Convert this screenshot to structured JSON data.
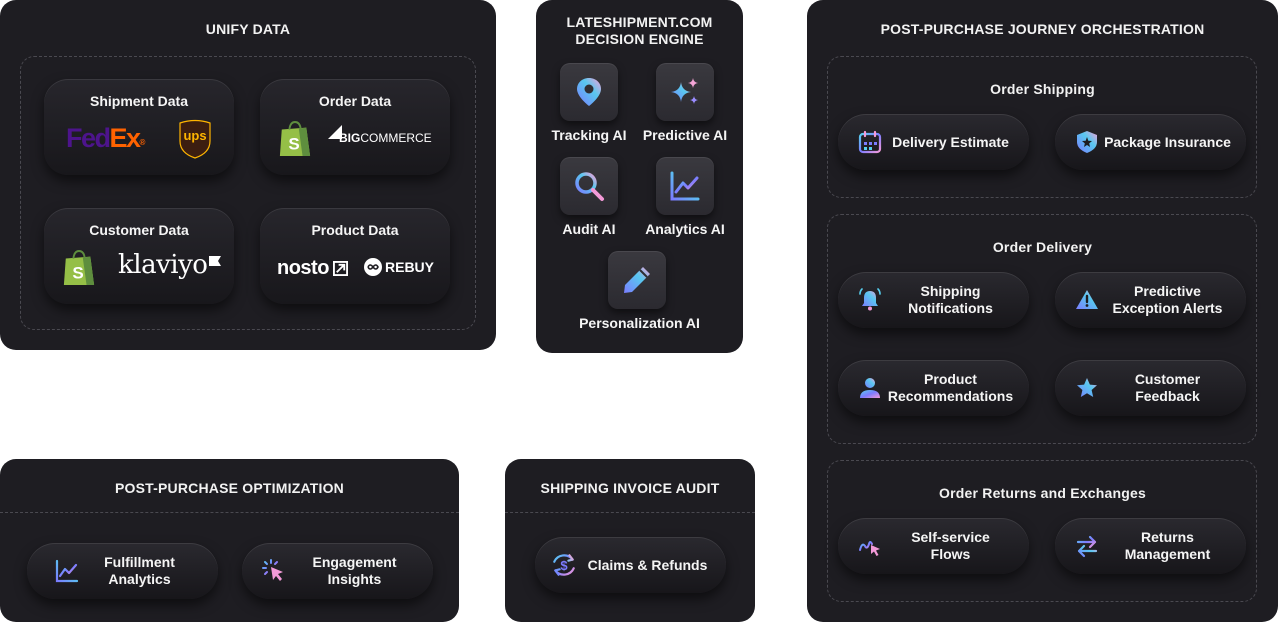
{
  "unify": {
    "title": "UNIFY DATA",
    "cards": [
      {
        "title": "Shipment Data",
        "logos": [
          "FedEx",
          "UPS"
        ]
      },
      {
        "title": "Order Data",
        "logos": [
          "shopify-bag",
          "BIGCOMMERCE"
        ]
      },
      {
        "title": "Customer Data",
        "logos": [
          "shopify-bag",
          "klaviyo"
        ]
      },
      {
        "title": "Product Data",
        "logos": [
          "nosto",
          "REBUY"
        ]
      }
    ],
    "logo_text": {
      "fedex_fed": "Fed",
      "fedex_ex": "Ex",
      "ups": "ups",
      "big": "BIG",
      "commerce": "COMMERCE",
      "klaviyo": "klaviyo",
      "nosto": "nosto",
      "rebuy": "REBUY"
    }
  },
  "engine": {
    "title_line1": "LATESHIPMENT.COM",
    "title_line2": "DECISION ENGINE",
    "tiles": [
      {
        "label": "Tracking AI",
        "icon": "map-pin-icon"
      },
      {
        "label": "Predictive AI",
        "icon": "sparkles-icon"
      },
      {
        "label": "Audit AI",
        "icon": "magnifier-icon"
      },
      {
        "label": "Analytics AI",
        "icon": "line-chart-icon"
      },
      {
        "label": "Personalization AI",
        "icon": "pencil-icon"
      }
    ]
  },
  "journey": {
    "title": "POST-PURCHASE JOURNEY ORCHESTRATION",
    "groups": [
      {
        "title": "Order Shipping",
        "items": [
          {
            "label": "Delivery Estimate",
            "icon": "calendar-icon"
          },
          {
            "label": "Package Insurance",
            "icon": "shield-icon"
          }
        ]
      },
      {
        "title": "Order Delivery",
        "items": [
          {
            "label": "Shipping\nNotifications",
            "icon": "bell-icon"
          },
          {
            "label": "Predictive\nException Alerts",
            "icon": "warning-icon"
          },
          {
            "label": "Product\nRecommendations",
            "icon": "user-icon"
          },
          {
            "label": "Customer\nFeedback",
            "icon": "star-icon"
          }
        ]
      },
      {
        "title": "Order Returns and Exchanges",
        "items": [
          {
            "label": "Self-service\nFlows",
            "icon": "cursor-scribble-icon"
          },
          {
            "label": "Returns\nManagement",
            "icon": "arrows-exchange-icon"
          }
        ]
      }
    ]
  },
  "optimization": {
    "title": "POST-PURCHASE OPTIMIZATION",
    "items": [
      {
        "label": "Fulfillment\nAnalytics",
        "icon": "line-chart-icon"
      },
      {
        "label": "Engagement\nInsights",
        "icon": "click-cursor-icon"
      }
    ]
  },
  "audit": {
    "title": "SHIPPING INVOICE AUDIT",
    "items": [
      {
        "label": "Claims & Refunds",
        "icon": "dollar-refresh-icon"
      }
    ]
  },
  "colors": {
    "panel": "#1e1d22",
    "fedex_purple": "#4d148c",
    "fedex_orange": "#ff6200",
    "ups_brown": "#3c1e10",
    "ups_gold": "#ffb500",
    "shopify_green": "#95bf47",
    "icon_gradient": [
      "#6a7cff",
      "#44c3e8",
      "#f59ad8"
    ]
  }
}
